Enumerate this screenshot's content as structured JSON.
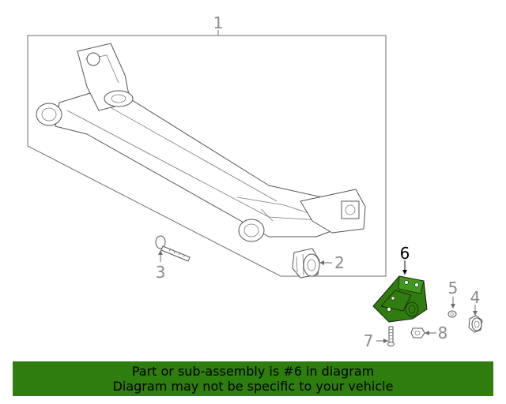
{
  "callouts": {
    "c1": "1",
    "c2": "2",
    "c3": "3",
    "c4": "4",
    "c5": "5",
    "c6": "6",
    "c7": "7",
    "c8": "8"
  },
  "highlighted_part": "6",
  "colors": {
    "highlight_fill": "#2e7d0e",
    "banner_bg": "#2e7d0e",
    "callout_gray": "#8a8a8a"
  },
  "banner": {
    "line1": "Part or sub-assembly is #6 in diagram",
    "line2": "Diagram may not be specific to your vehicle"
  }
}
